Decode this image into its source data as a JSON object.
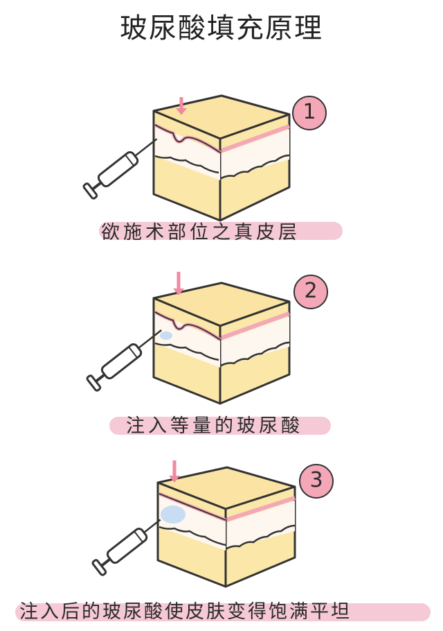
{
  "title": "玻尿酸填充原理",
  "colors": {
    "skin_top": "#fbe4a3",
    "skin_layer": "#f6cfd6",
    "dermis": "#fdf7ef",
    "fat": "#fbe7a8",
    "badge": "#f3a7b7",
    "highlight": "#f3bfcf",
    "outline": "#333333",
    "filler": "#c8dcf3"
  },
  "steps": [
    {
      "number": "1",
      "caption": "欲施术部位之真皮层"
    },
    {
      "number": "2",
      "caption": "注入等量的玻尿酸"
    },
    {
      "number": "3",
      "caption": "注入后的玻尿酸使皮肤变得饱满平坦"
    }
  ]
}
